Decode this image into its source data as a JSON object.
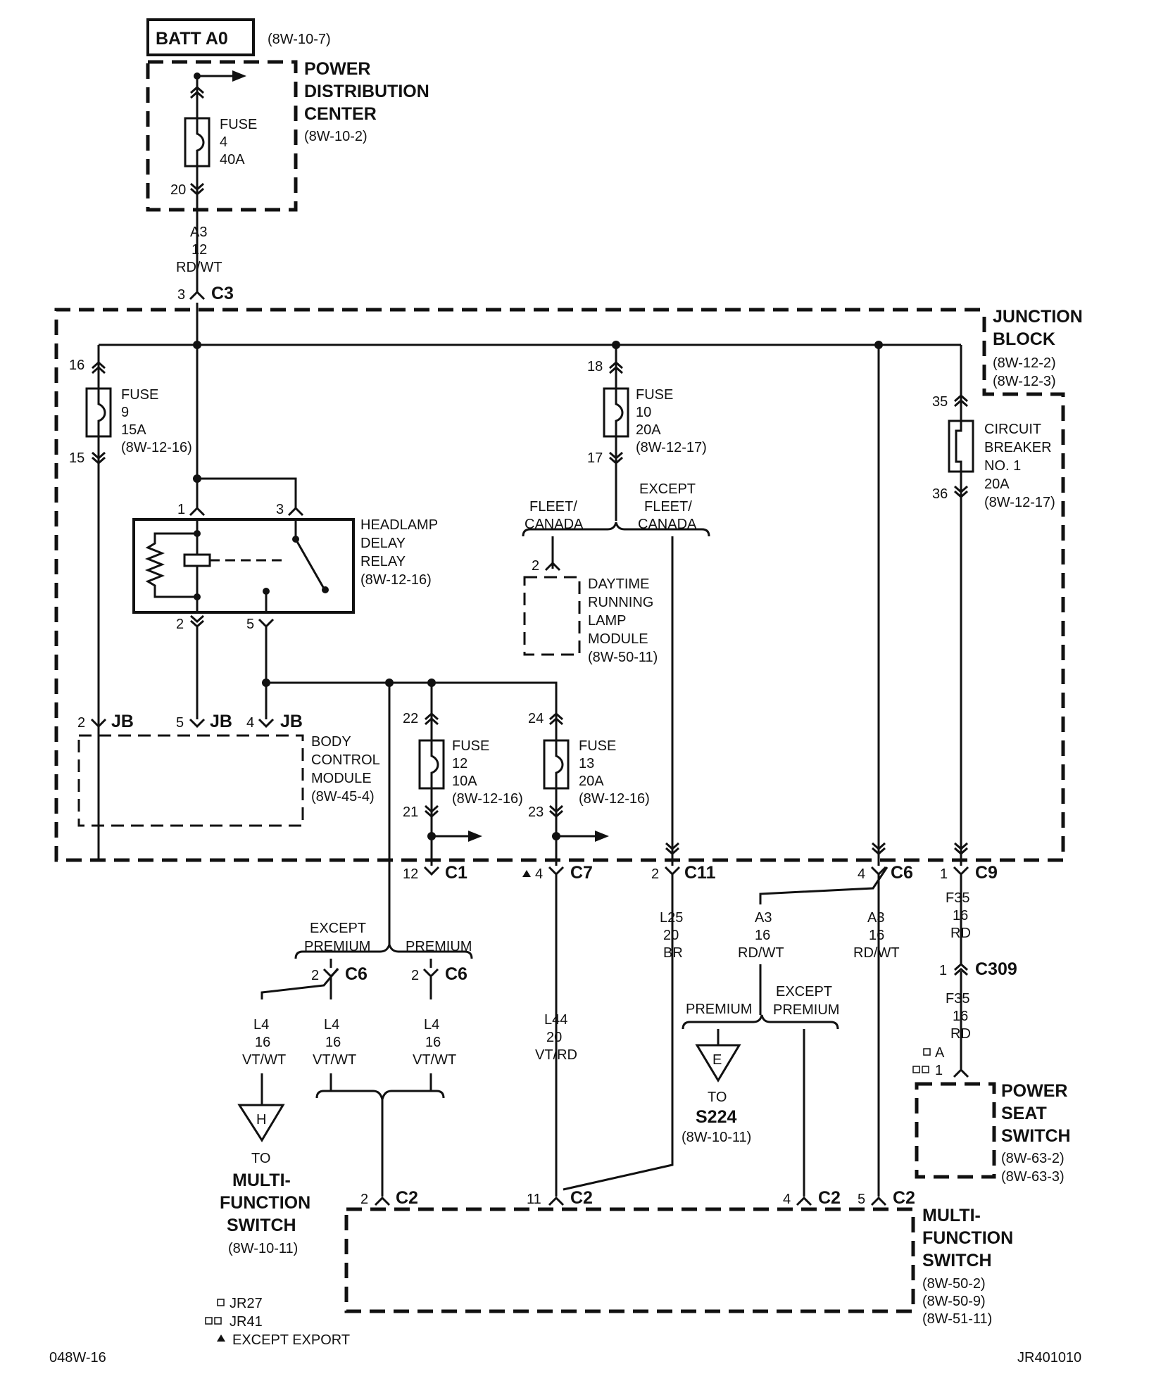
{
  "top": {
    "batt_label": "BATT A0",
    "batt_ref": "(8W-10-7)",
    "pdc_title": [
      "POWER",
      "DISTRIBUTION",
      "CENTER"
    ],
    "pdc_ref": "(8W-10-2)",
    "fuse4": [
      "FUSE",
      "4",
      "40A"
    ],
    "pin20": "20",
    "wire_a3": [
      "A3",
      "12",
      "RD/WT"
    ],
    "c3_pin": "3",
    "c3_label": "C3"
  },
  "junction_block": {
    "title": [
      "JUNCTION",
      "BLOCK"
    ],
    "refs": [
      "(8W-12-2)",
      "(8W-12-3)"
    ],
    "fuse9": [
      "FUSE",
      "9",
      "15A",
      "(8W-12-16)"
    ],
    "fuse9_pins": [
      "16",
      "15"
    ],
    "fuse10": [
      "FUSE",
      "10",
      "20A",
      "(8W-12-17)"
    ],
    "fuse10_pins": [
      "18",
      "17"
    ],
    "breaker": [
      "CIRCUIT",
      "BREAKER",
      "NO. 1",
      "20A",
      "(8W-12-17)"
    ],
    "breaker_pins": [
      "35",
      "36"
    ],
    "relay": [
      "HEADLAMP",
      "DELAY",
      "RELAY",
      "(8W-12-16)"
    ],
    "relay_pins": [
      "1",
      "3",
      "2",
      "5"
    ],
    "fleet": [
      "FLEET/",
      "CANADA"
    ],
    "except_fleet": [
      "EXCEPT",
      "FLEET/",
      "CANADA"
    ],
    "drl_pin": "2",
    "drl": [
      "DAYTIME",
      "RUNNING",
      "LAMP",
      "MODULE",
      "(8W-50-11)"
    ],
    "jb_pins": [
      "2",
      "5",
      "4"
    ],
    "jb_label": "JB",
    "bcm": [
      "BODY",
      "CONTROL",
      "MODULE",
      "(8W-45-4)"
    ],
    "fuse12": [
      "FUSE",
      "12",
      "10A",
      "(8W-12-16)"
    ],
    "fuse12_pins": [
      "22",
      "21"
    ],
    "fuse13": [
      "FUSE",
      "13",
      "20A",
      "(8W-12-16)"
    ],
    "fuse13_pins": [
      "24",
      "23"
    ]
  },
  "connectors": {
    "c1": [
      "12",
      "C1"
    ],
    "c7": [
      "4",
      "C7"
    ],
    "c11": [
      "2",
      "C11"
    ],
    "c6": [
      "4",
      "C6"
    ],
    "c9": [
      "1",
      "C9"
    ],
    "c309": [
      "1",
      "C309"
    ],
    "c6_ex": [
      "2",
      "C6"
    ],
    "c6_pr": [
      "2",
      "C6"
    ],
    "c2": [
      [
        "2",
        "C2"
      ],
      [
        "11",
        "C2"
      ],
      [
        "4",
        "C2"
      ],
      [
        "5",
        "C2"
      ]
    ]
  },
  "wires": {
    "l25": [
      "L25",
      "20",
      "BR"
    ],
    "a3_left": [
      "A3",
      "16",
      "RD/WT"
    ],
    "a3_right": [
      "A3",
      "16",
      "RD/WT"
    ],
    "f35_top": [
      "F35",
      "16",
      "RD"
    ],
    "f35_bottom": [
      "F35",
      "16",
      "RD"
    ],
    "l4_h": [
      "L4",
      "16",
      "VT/WT"
    ],
    "l4_ex": [
      "L4",
      "16",
      "VT/WT"
    ],
    "l4_pr": [
      "L4",
      "16",
      "VT/WT"
    ],
    "l44": [
      "L44",
      "20",
      "VT/RD"
    ]
  },
  "branches": {
    "except_premium_1": [
      "EXCEPT",
      "PREMIUM"
    ],
    "premium_1": "PREMIUM",
    "premium_2": "PREMIUM",
    "except_premium_2": [
      "EXCEPT",
      "PREMIUM"
    ]
  },
  "refs": {
    "h_letter": "H",
    "h_to": "TO",
    "h_dest": [
      "MULTI-",
      "FUNCTION",
      "SWITCH"
    ],
    "h_ref": "(8W-10-11)",
    "e_letter": "E",
    "e_to": "TO",
    "e_dest": "S224",
    "e_ref": "(8W-10-11)"
  },
  "power_seat": {
    "pins": [
      "A",
      "1"
    ],
    "title": [
      "POWER",
      "SEAT",
      "SWITCH"
    ],
    "refs": [
      "(8W-63-2)",
      "(8W-63-3)"
    ]
  },
  "mfs": {
    "title": [
      "MULTI-",
      "FUNCTION",
      "SWITCH"
    ],
    "refs": [
      "(8W-50-2)",
      "(8W-50-9)",
      "(8W-51-11)"
    ]
  },
  "legend": {
    "jr27": "JR27",
    "jr41": "JR41",
    "export": "EXCEPT EXPORT"
  },
  "footer": {
    "left": "048W-16",
    "right": "JR401010"
  }
}
